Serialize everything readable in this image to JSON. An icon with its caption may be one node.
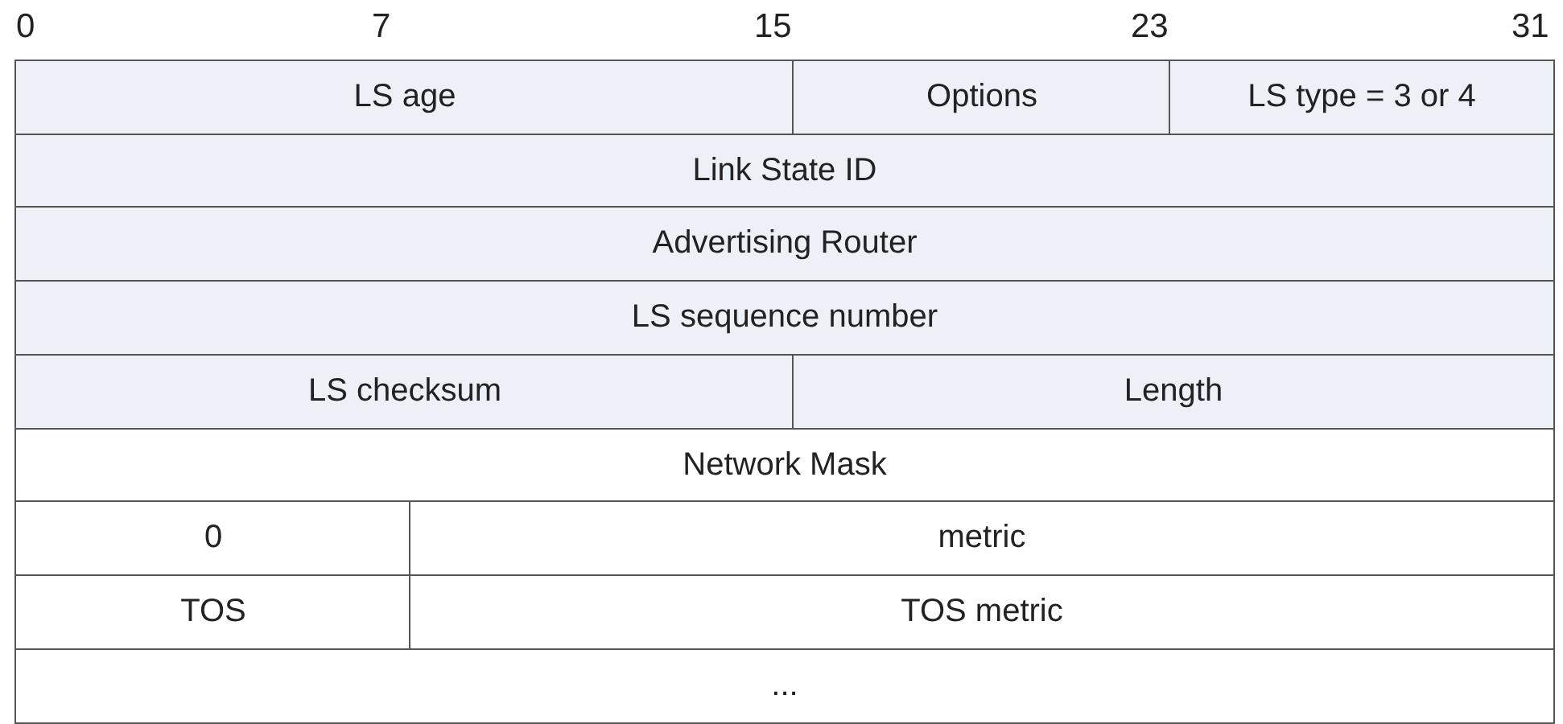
{
  "diagram": {
    "labels": [
      "0",
      "7",
      "15",
      "23",
      "31",
      "LS age",
      "Options",
      "LS type = 3 or 4",
      "Link State ID",
      "Advertising Router",
      "LS sequence number",
      "LS checksum",
      "Length",
      "Network Mask",
      "0",
      "metric",
      "TOS",
      "TOS metric",
      "..."
    ]
  }
}
